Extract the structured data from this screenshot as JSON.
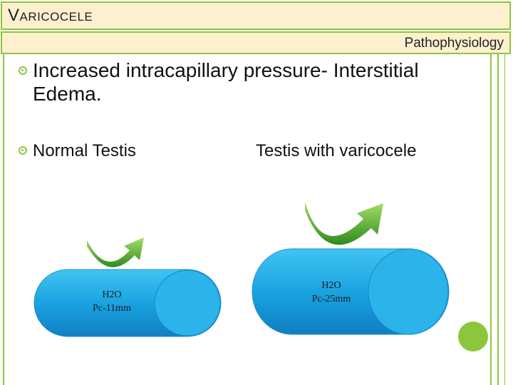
{
  "slide": {
    "title": "Varicocele",
    "subtitle": "Pathophysiology",
    "bullets": [
      {
        "line1": "Increased intracapillary pressure- Interstitial",
        "line2": "Edema."
      },
      {
        "left": "Normal Testis",
        "right": "Testis with varicocele"
      }
    ],
    "diagrams": [
      {
        "label1": "H2O",
        "label2": "Pc-11mm"
      },
      {
        "label1": "H2O",
        "label2": "Pc-25mm"
      }
    ]
  },
  "colors": {
    "accent": "#8cc63f",
    "title_bg": "#fdf0cf",
    "pill": "#1ba3e0",
    "arrow": "#58b52c"
  }
}
